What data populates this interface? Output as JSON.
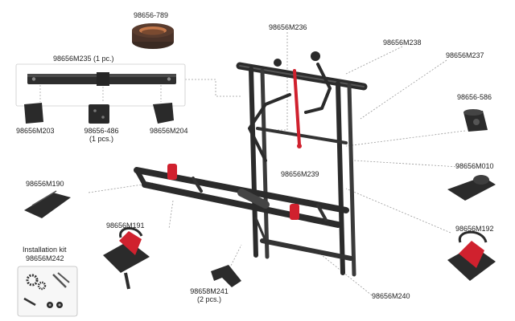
{
  "parts": {
    "p789": "98656-789",
    "p235": "98656M235 (1 pc.)",
    "p203": "98656M203",
    "p486": "98656-486",
    "p486_qty": "(1 pcs.)",
    "p204": "98656M204",
    "p236": "98656M236",
    "p238": "98656M238",
    "p237": "98656M237",
    "p586": "98656-586",
    "p239": "98656M239",
    "p010": "98656M010",
    "p190": "98656M190",
    "p191": "98656M191",
    "p192": "98656M192",
    "p240": "98656M240",
    "p241": "98658M241",
    "p241_qty": "(2 pcs.)",
    "kit_title": "Installation kit",
    "kit_code": "98656M242"
  },
  "colors": {
    "frame": "#2b2b2b",
    "accent": "#d0212e",
    "leader": "#9a9a9a"
  }
}
